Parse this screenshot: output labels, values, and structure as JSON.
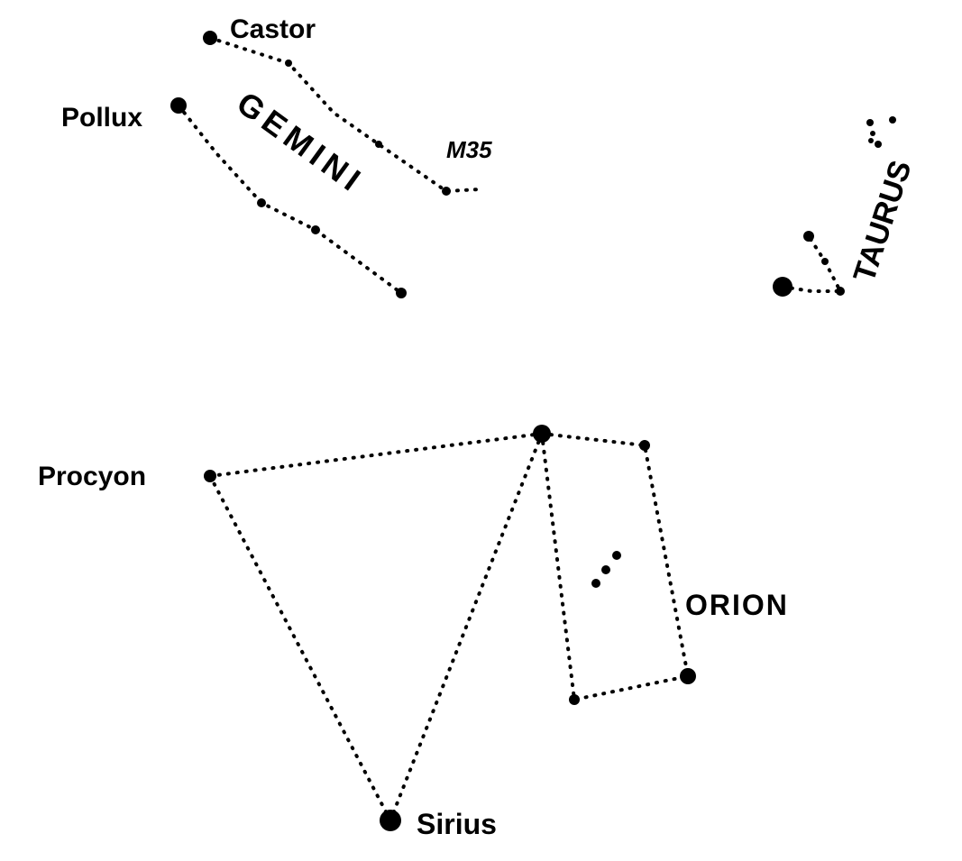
{
  "labels": {
    "castor": "Castor",
    "pollux": "Pollux",
    "gemini": "GEMINI",
    "m35": "M35",
    "taurus": "TAURUS",
    "procyon": "Procyon",
    "orion": "ORION",
    "sirius": "Sirius"
  },
  "colors": {
    "ink": "#000000",
    "background": "#ffffff"
  }
}
